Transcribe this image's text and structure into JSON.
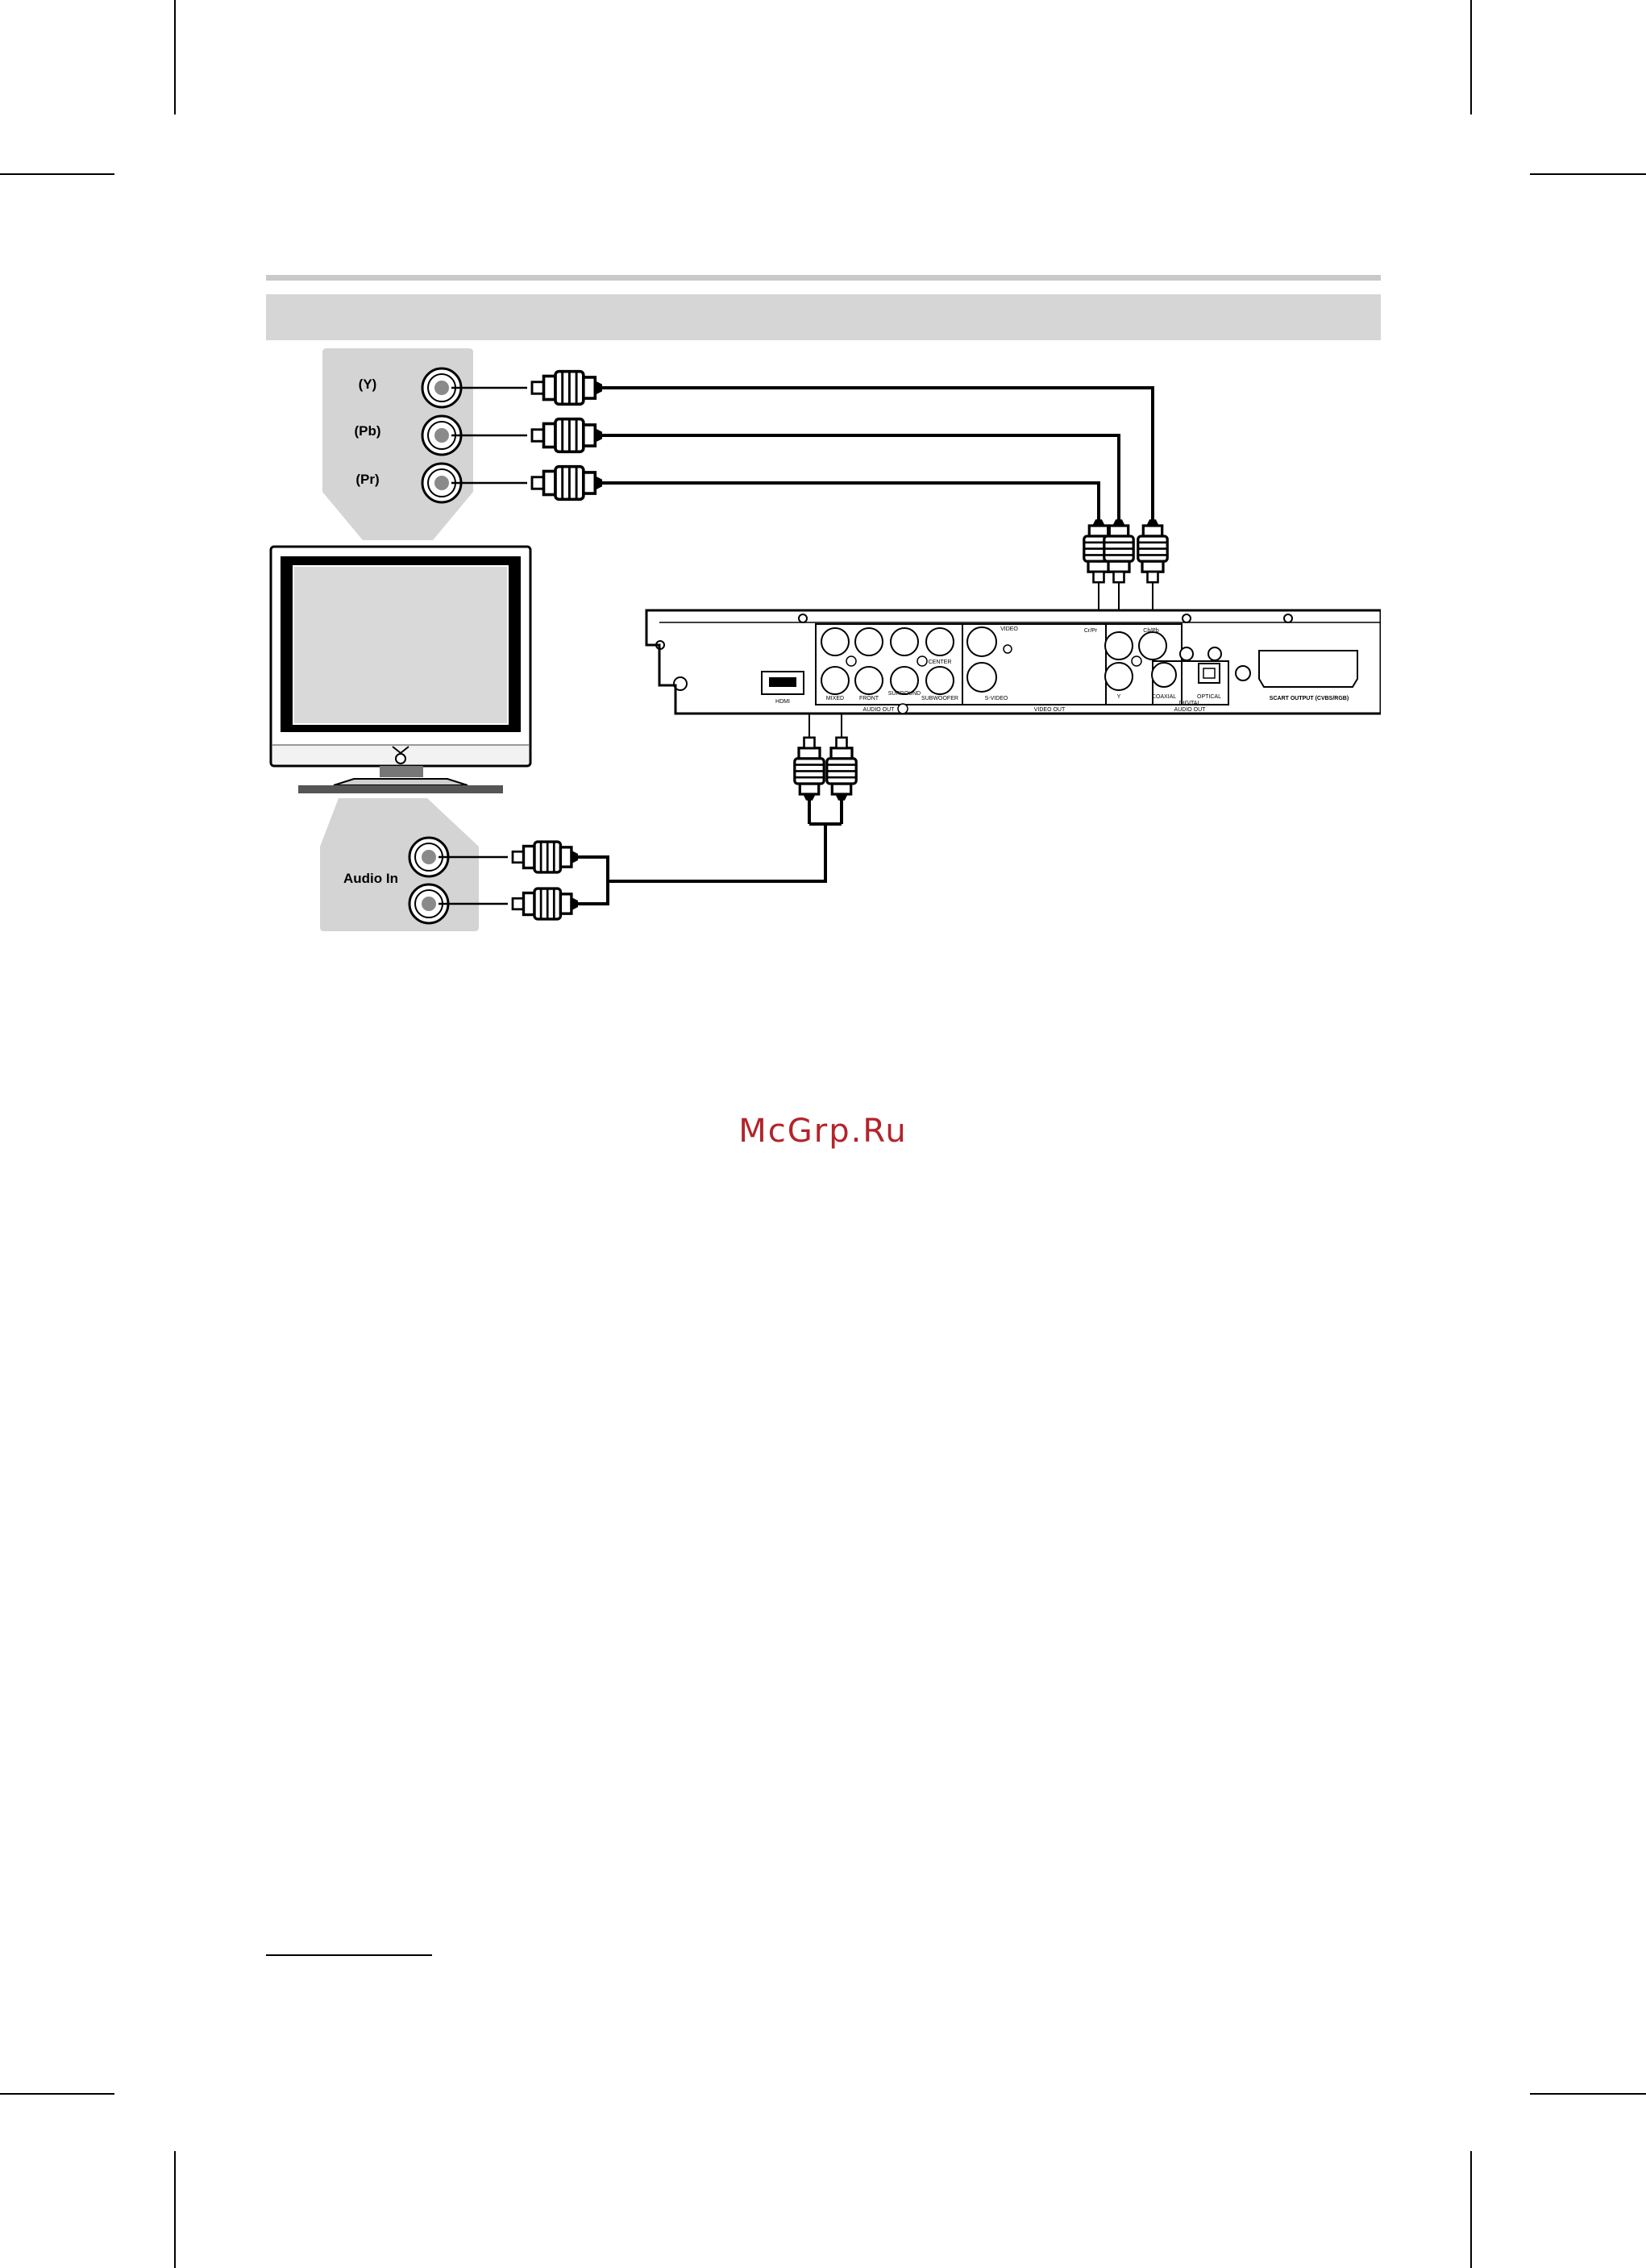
{
  "component_panel": {
    "labels": [
      "(Y)",
      "(Pb)",
      "(Pr)"
    ]
  },
  "audio_panel": {
    "label": "Audio In"
  },
  "player_panel": {
    "labels": {
      "hdmi": "HDMI",
      "mixed": "MIXED",
      "front": "FRONT",
      "surround": "SURROUND",
      "subwoofer": "SUBWOOFER",
      "center": "CENTER",
      "audio_out": "AUDIO OUT",
      "video": "VIDEO",
      "s_video": "S-VIDEO",
      "video_out": "VIDEO OUT",
      "cb_pb": "Cb/Pb",
      "cr_pr": "Cr/Pr",
      "y": "Y",
      "coaxial": "COAXIAL",
      "optical": "OPTICAL",
      "digital": "DIGITAL",
      "digital_audio_out": "AUDIO OUT",
      "scart": "SCART OUTPUT (CVBS/RGB)"
    }
  },
  "watermark": "McGrp.Ru",
  "colors": {
    "panel": "#d4d4d4",
    "watermark": "#b3242a",
    "band": "#d6d6d6"
  }
}
